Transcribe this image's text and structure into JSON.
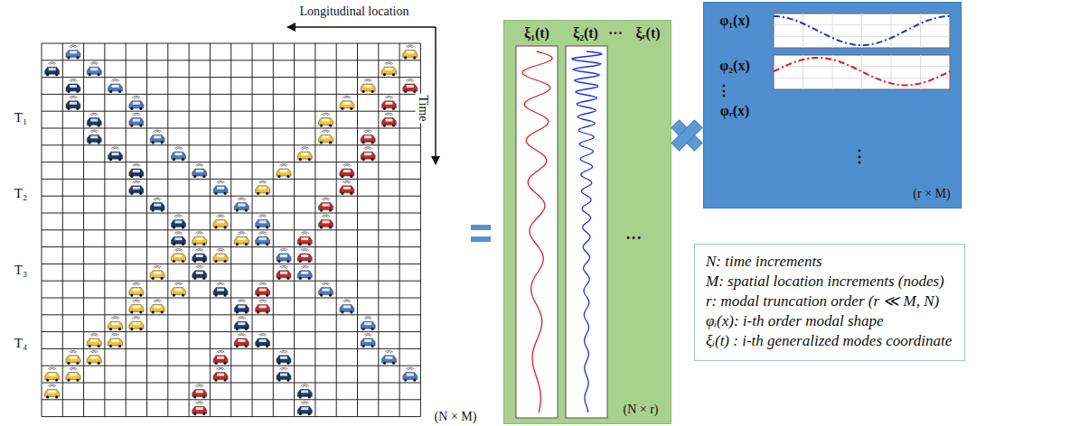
{
  "diagram": {
    "nodes": [
      {
        "text": [
          "ξ₁(t)",
          "ξ₂(t)",
          "···",
          "ξᵣ(t)",
          "…",
          "(N × r)"
        ]
      },
      {
        "text": [
          "φ₁(x)",
          "φ₂(x)",
          "⋮",
          "φᵣ(x)",
          "⋮",
          "(r × M)"
        ]
      },
      {
        "text": [
          "N: time increments",
          "M: spatial location increments (nodes)",
          "r: modal truncation order (r ≪ M, N)",
          "φᵢ(x): i-th order modal shape",
          "ξᵢ(t) : i-th generalized modes coordinate"
        ]
      }
    ],
    "labels": [
      "Longitudinal location",
      "Time",
      "T₁",
      "T₂",
      "T₃",
      "T₄",
      "(N × M)"
    ]
  }
}
